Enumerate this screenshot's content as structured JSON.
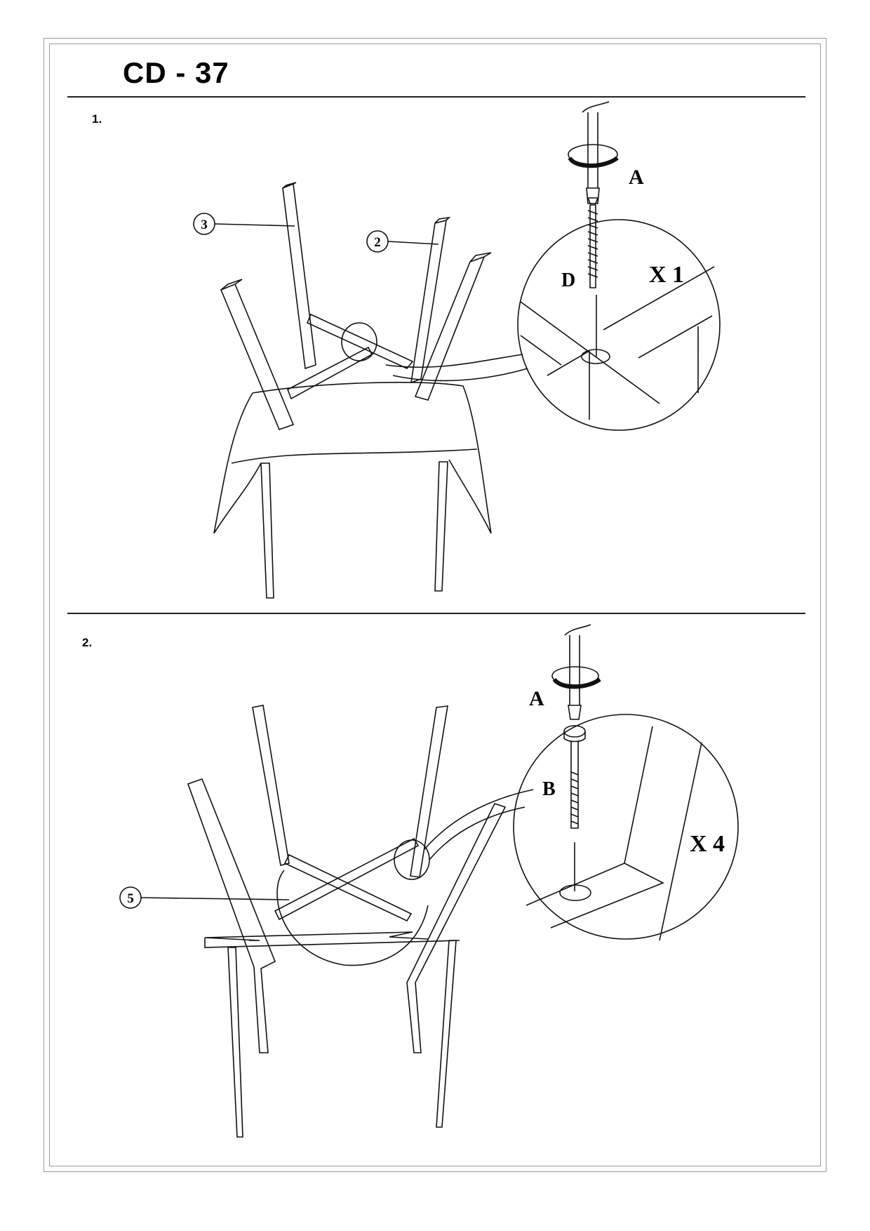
{
  "document": {
    "title": "CD - 37",
    "steps": [
      {
        "number": "1.",
        "part_labels": [
          "3",
          "2"
        ],
        "tool_label": "A",
        "fastener_label": "D",
        "quantity": "X 1"
      },
      {
        "number": "2.",
        "part_labels": [
          "5"
        ],
        "tool_label": "A",
        "fastener_label": "B",
        "quantity": "X 4"
      }
    ]
  }
}
